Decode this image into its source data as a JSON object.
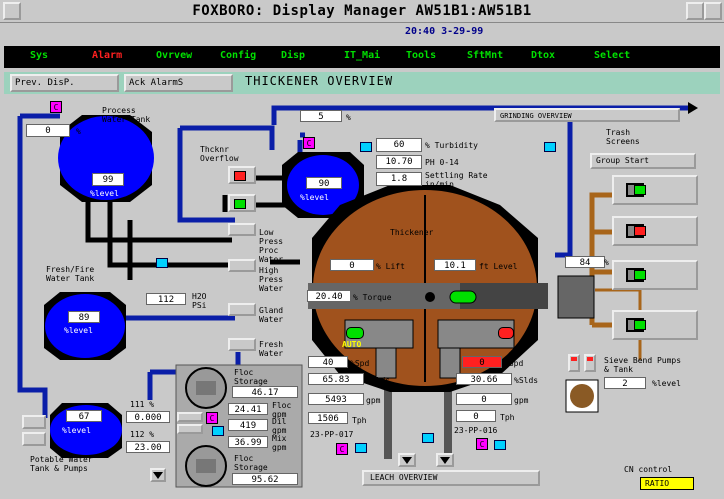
{
  "window": {
    "title": "FOXBORO: Display Manager  AW51B1:AW51B1"
  },
  "clock": "20:40  3-29-99",
  "menu": [
    "Sys",
    "Alarm",
    "Ovrvew",
    "Config",
    "Disp",
    "IT_Mai",
    "Tools",
    "SftMnt",
    "Dtox",
    "Select"
  ],
  "header": {
    "prev": "Prev. DisP.",
    "ack": "Ack AlarmS",
    "title": "THICKENER  OVERVIEW"
  },
  "pwt": {
    "label": "Process Water Tank",
    "pct": "0",
    "pct_unit": "%",
    "level": "99",
    "level_label": "%level"
  },
  "tover": {
    "label": "Thcknr Overflow",
    "level": "90",
    "level_label": "%level",
    "top": "5",
    "top_unit": "%"
  },
  "ffwt": {
    "label": "Fresh/Fire Water Tank",
    "level": "89",
    "level_label": "%level",
    "h2o": "112",
    "h2o_unit": "H2O PSi"
  },
  "potable": {
    "label": "Potable Water Tank & Pumps",
    "level": "67",
    "level_label": "%level",
    "v1": "0.000",
    "v1_top": "111 %",
    "v2": "23.00",
    "v2_top": "112 %"
  },
  "valves": {
    "low": "Low Press Proc Water",
    "high": "High Press Water",
    "gland": "Gland Water",
    "fresh": "Fresh Water"
  },
  "quality": {
    "turbidity": "60",
    "turbidity_unit": "% Turbidity",
    "ph": "10.70",
    "ph_unit": "PH 0-14",
    "settling": "1.8",
    "settling_unit": "Settling Rate in/min"
  },
  "thickener": {
    "label": "Thickener",
    "lift": "0",
    "lift_unit": "% Lift",
    "level": "10.1",
    "level_unit": "ft Level",
    "torque": "20.40",
    "torque_unit": "% Torque",
    "auto": "AUTO"
  },
  "floc": {
    "label1": "Floc Storage",
    "v1": "46.17",
    "flow": "24.41",
    "flow_unit": "Floc gpm",
    "dil": "419",
    "dil_unit": "Dil gpm",
    "mix": "36.99",
    "mix_unit": "Mix gpm",
    "label2": "Floc Storage",
    "v2": "95.62"
  },
  "pumpL": {
    "spd": "40",
    "spd_unit": "%Spd",
    "sids": "65.83",
    "sids_unit": "%Slds",
    "gpm": "5493",
    "gpm_unit": "gpm",
    "tph": "1506",
    "tph_unit": "Tph",
    "name": "23-PP-017"
  },
  "pumpR": {
    "spd": "0",
    "spd_unit": "%Spd",
    "sids": "30.66",
    "sids_unit": "%Slds",
    "gpm": "0",
    "gpm_unit": "gpm",
    "tph": "0",
    "tph_unit": "Tph",
    "name": "23-PP-016"
  },
  "grinding": "GRINDING OVERVIEW",
  "leach": "LEACH OVERVIEW",
  "trash": {
    "label": "Trash Screens",
    "group": "Group Start"
  },
  "sieve": {
    "label": "Sieve Bend Pumps & Tank",
    "level": "2",
    "level_label": "%level"
  },
  "cn": {
    "label": "CN control",
    "ratio": "RATIO"
  },
  "colors": {
    "pipe_blue": "#0a1ea8",
    "pipe_black": "#000000",
    "pipe_brown": "#a8651a",
    "tank": "#0000ff",
    "thickener": "#a0521d",
    "menu_text": "#00e000",
    "alarm": "#ff2020",
    "header": "#9cd2bd"
  }
}
